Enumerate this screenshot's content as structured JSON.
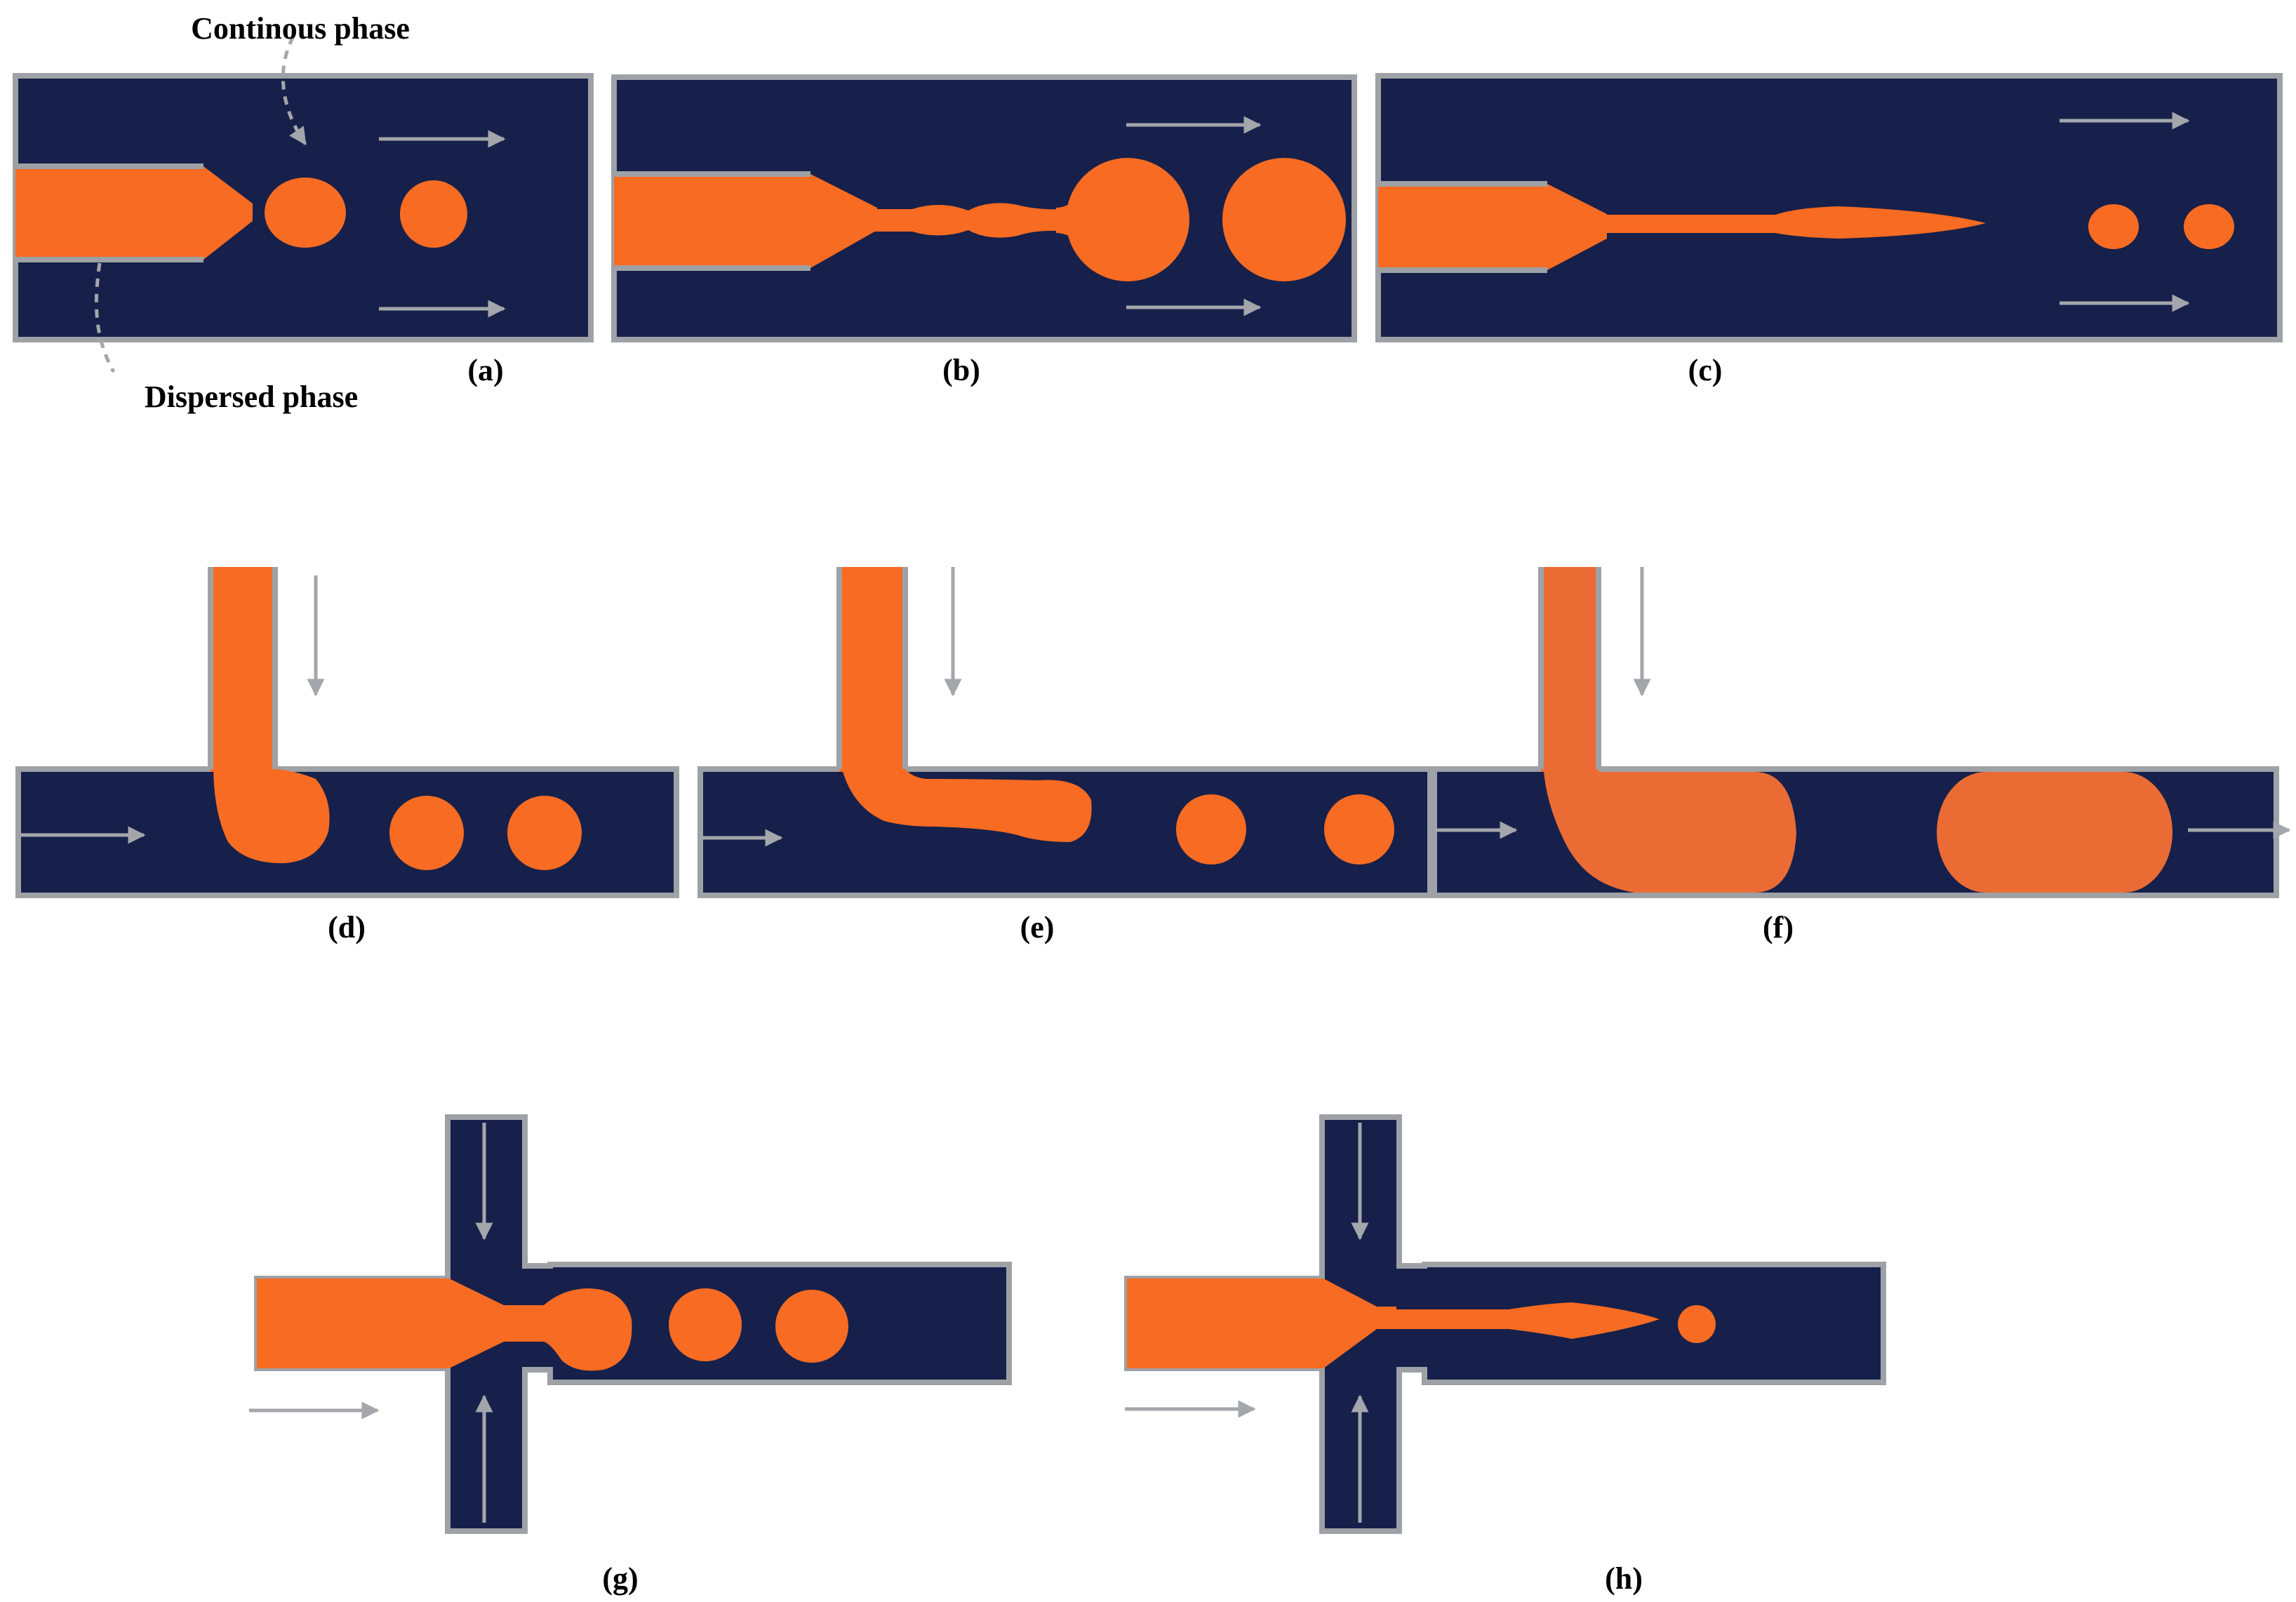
{
  "colors": {
    "continuous_phase": "#16204a",
    "dispersed_phase": "#f76b22",
    "dispersed_phase_f": "#ea6c34",
    "channel_wall": "#9ea1a6",
    "flow_arrow": "#a3a6ab",
    "background": "#ffffff"
  },
  "annotations": {
    "continuous_phase": "Continous phase",
    "dispersed_phase": "Dispersed phase"
  },
  "panels": [
    {
      "id": "a",
      "label": "(a)",
      "geometry": "co-flow",
      "regime": "dripping"
    },
    {
      "id": "b",
      "label": "(b)",
      "geometry": "co-flow",
      "regime": "dripping"
    },
    {
      "id": "c",
      "label": "(c)",
      "geometry": "co-flow",
      "regime": "jetting"
    },
    {
      "id": "d",
      "label": "(d)",
      "geometry": "T-junction",
      "regime": "dripping"
    },
    {
      "id": "e",
      "label": "(e)",
      "geometry": "T-junction",
      "regime": "jetting"
    },
    {
      "id": "f",
      "label": "(f)",
      "geometry": "T-junction",
      "regime": "squeezing"
    },
    {
      "id": "g",
      "label": "(g)",
      "geometry": "flow-focusing",
      "regime": "dripping"
    },
    {
      "id": "h",
      "label": "(h)",
      "geometry": "flow-focusing",
      "regime": "jetting"
    }
  ],
  "icons": [
    "flow-arrow-icon"
  ]
}
